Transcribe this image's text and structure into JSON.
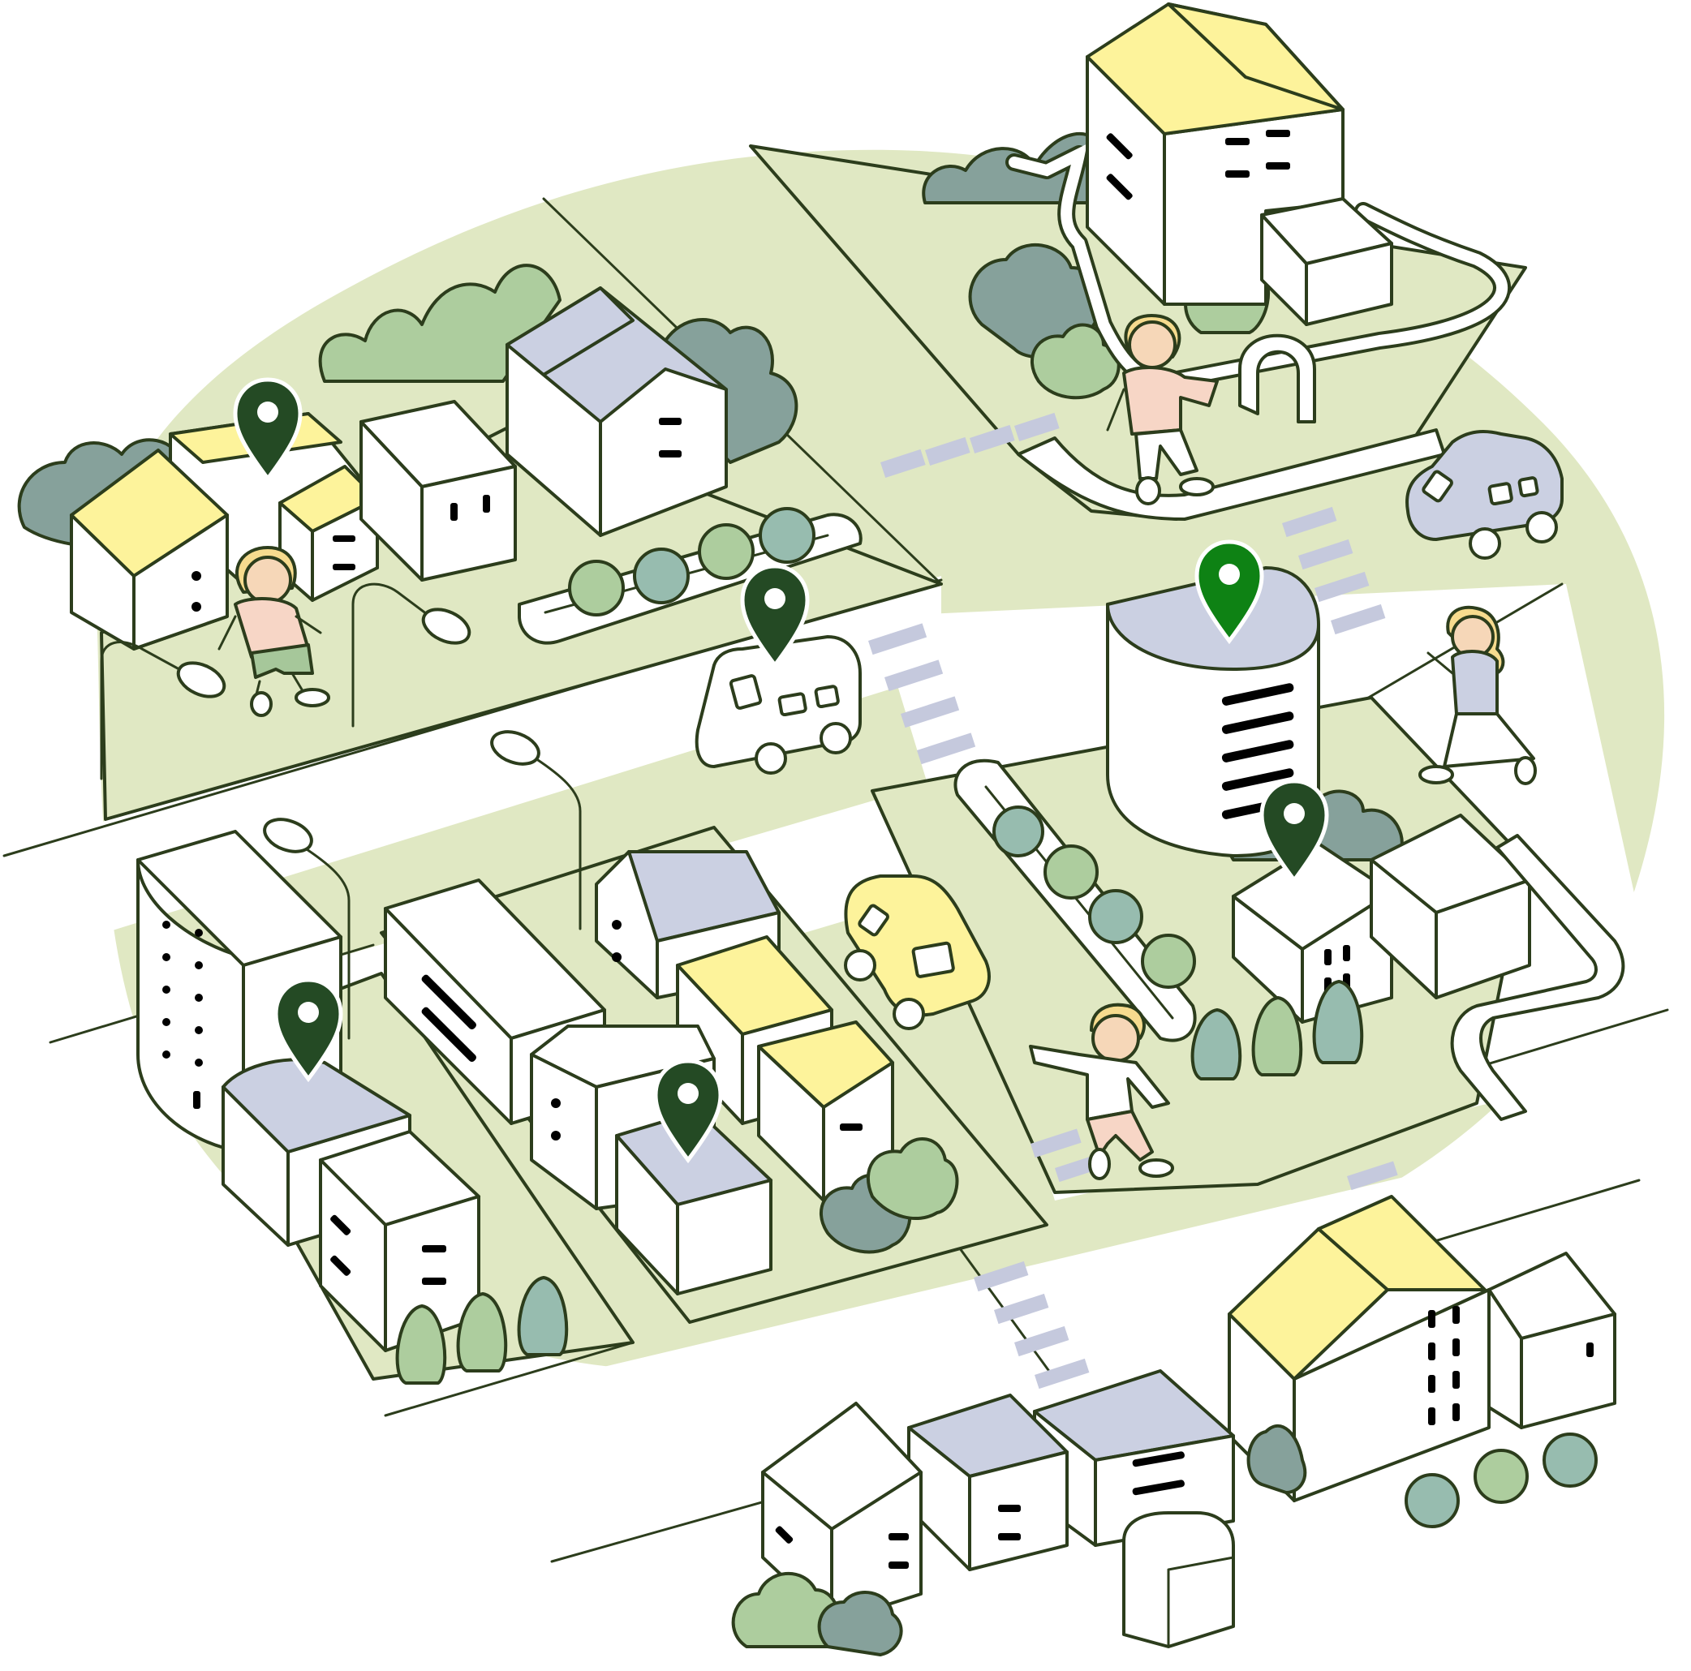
{
  "palette": {
    "outline": "#2c3d1c",
    "ground": "#e0e8c3",
    "road": "#ffffff",
    "wall": "#ffffff",
    "roof_yellow": "#fdf39b",
    "roof_lavender": "#cbd0e2",
    "window": "#a9acc7",
    "tree_light": "#adcd9e",
    "tree_teal": "#97bcaf",
    "tree_dark": "#86a19b",
    "skin": "#f6d7b8",
    "hair": "#f6db8e",
    "shirt_pink": "#f7d6c6",
    "shirt_lavender": "#cbd0e2",
    "pants_green": "#a6c79a",
    "pin_dark": "#244a24",
    "pin_bright": "#0e8214",
    "car_lavender": "#cbd0e2",
    "car_yellow": "#fdf39b",
    "crosswalk": "#c5c9dd"
  },
  "map_pins": [
    {
      "name": "pin-northwest-houses",
      "color": "dark"
    },
    {
      "name": "pin-white-van",
      "color": "dark"
    },
    {
      "name": "pin-round-tower",
      "color": "bright"
    },
    {
      "name": "pin-east-house",
      "color": "dark"
    },
    {
      "name": "pin-southwest-block",
      "color": "dark"
    },
    {
      "name": "pin-central-block",
      "color": "dark"
    }
  ],
  "vehicles": [
    {
      "name": "white-van",
      "color": "wall"
    },
    {
      "name": "yellow-van",
      "color": "car_yellow"
    },
    {
      "name": "lavender-car",
      "color": "car_lavender"
    }
  ],
  "people": [
    {
      "name": "child-walking-northwest",
      "shirt": "shirt_pink"
    },
    {
      "name": "person-at-gate",
      "shirt": "shirt_pink"
    },
    {
      "name": "woman-in-skirt",
      "shirt": "shirt_lavender"
    },
    {
      "name": "person-jumping",
      "shirt": "wall"
    }
  ]
}
